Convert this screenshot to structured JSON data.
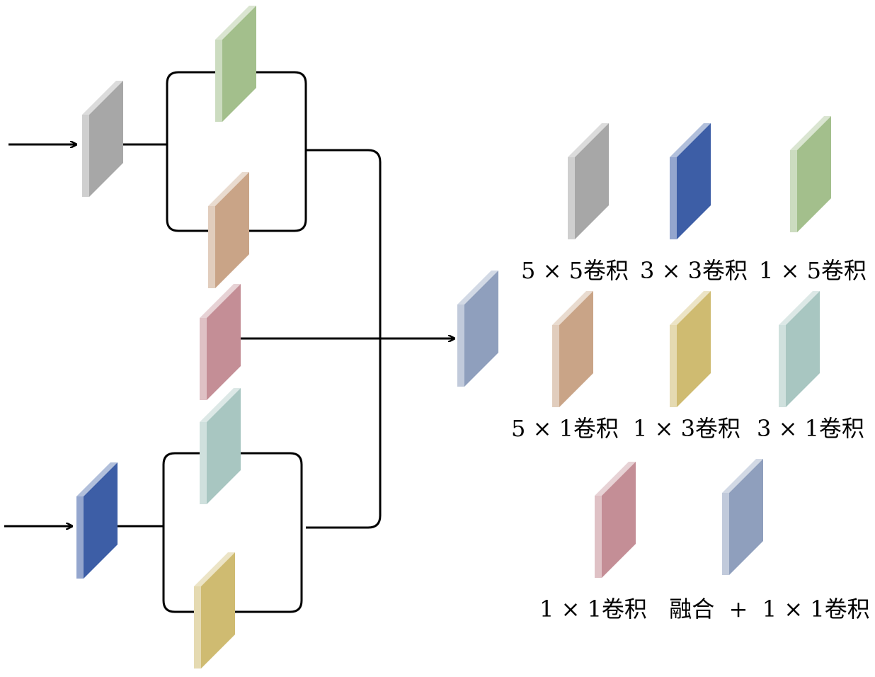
{
  "colors": {
    "conv5x5": "#a7a7a7",
    "conv3x3": "#3d5ea6",
    "conv1x5": "#a3bf8c",
    "conv5x1": "#c9a487",
    "conv1x3": "#cfbb71",
    "conv3x1": "#a8c6c1",
    "conv1x1": "#c48e96",
    "fusion": "#8f9fbd",
    "line": "#000000"
  },
  "legend": {
    "conv5x5": "5 × 5卷积",
    "conv3x3": "3 × 3卷积",
    "conv1x5": "1 × 5卷积",
    "conv5x1": "5 × 1卷积",
    "conv1x3": "1 × 3卷积",
    "conv3x1": "3 × 1卷积",
    "conv1x1": "1 × 1卷积",
    "fusion": "融合  +  1 × 1卷积"
  }
}
